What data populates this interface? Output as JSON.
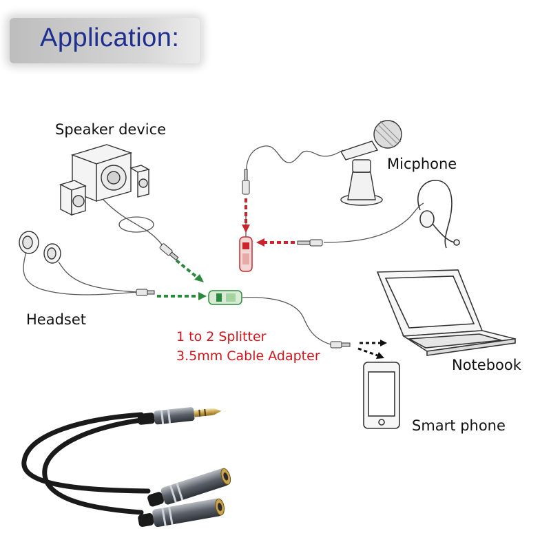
{
  "title": "Application:",
  "labels": {
    "speaker": "Speaker device",
    "mic": "Micphone",
    "headset": "Headset",
    "splitter_line1": "1 to 2 Splitter",
    "splitter_line2": "3.5mm Cable Adapter",
    "notebook": "Notebook",
    "phone": "Smart phone"
  },
  "colors": {
    "title": "#1f2f8f",
    "splitter_text": "#d4141a",
    "green_arrow": "#2a8a3c",
    "red_arrow": "#c8262a",
    "cable": "#1a1a1a",
    "connector": "#8a8f96"
  },
  "icons": [
    "speaker-icon",
    "microphone-icon",
    "headset-icon",
    "earphone-icon",
    "laptop-icon",
    "smartphone-icon",
    "splitter-cable-photo"
  ]
}
